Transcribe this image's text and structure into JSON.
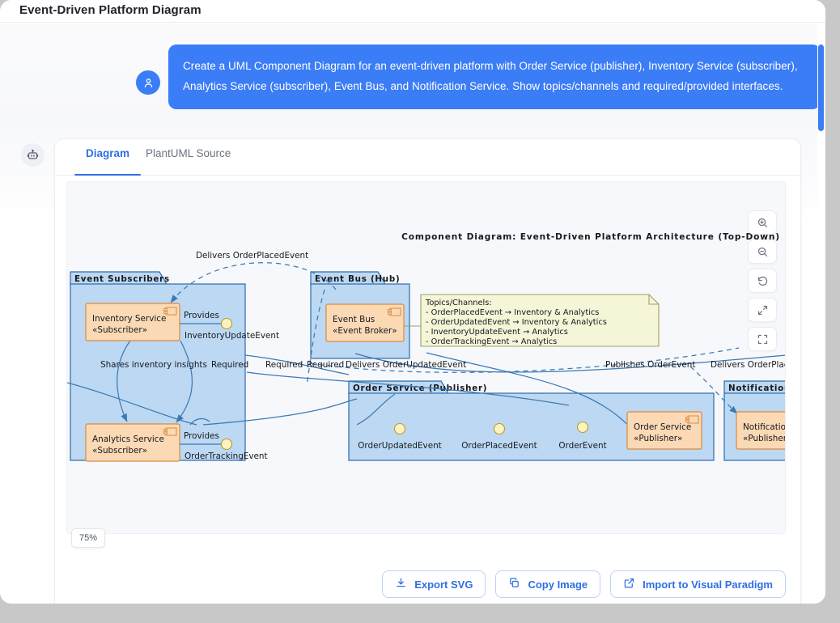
{
  "window": {
    "title": "Event-Driven Platform Diagram"
  },
  "conversation": {
    "user_avatar_icon": "user-icon",
    "assistant_avatar_icon": "robot-icon",
    "user_message": "Create a UML Component Diagram for an event-driven platform with Order Service (publisher), Inventory Service (subscriber), Analytics Service (subscriber), Event Bus, and Notification Service. Show topics/channels and required/provided interfaces."
  },
  "result_card": {
    "tabs": [
      {
        "id": "diagram",
        "label": "Diagram",
        "active": true
      },
      {
        "id": "source",
        "label": "PlantUML Source",
        "active": false
      }
    ],
    "zoom_level": "75%",
    "controls": [
      {
        "name": "zoom-in-icon",
        "label": "Zoom in"
      },
      {
        "name": "zoom-out-icon",
        "label": "Zoom out"
      },
      {
        "name": "reset-icon",
        "label": "Reset"
      },
      {
        "name": "fit-screen-icon",
        "label": "Fit to screen"
      },
      {
        "name": "fullscreen-icon",
        "label": "Fullscreen"
      }
    ],
    "actions": [
      {
        "name": "export-svg-button",
        "label": "Export SVG",
        "icon": "download-icon"
      },
      {
        "name": "copy-image-button",
        "label": "Copy Image",
        "icon": "copy-icon"
      },
      {
        "name": "import-vp-button",
        "label": "Import to Visual Paradigm",
        "icon": "external-link-icon"
      }
    ]
  },
  "diagram": {
    "title": "Component Diagram: Event-Driven Platform Architecture (Top-Down)",
    "packages": [
      {
        "id": "subscribers",
        "label": "Event Subscribers"
      },
      {
        "id": "eventbus",
        "label": "Event Bus (Hub)"
      },
      {
        "id": "orderservice",
        "label": "Order Service (Publisher)"
      },
      {
        "id": "notification",
        "label": "Notification S"
      }
    ],
    "components": [
      {
        "id": "inventory",
        "name": "Inventory Service",
        "stereotype": "«Subscriber»"
      },
      {
        "id": "analytics",
        "name": "Analytics Service",
        "stereotype": "«Subscriber»"
      },
      {
        "id": "eventbus",
        "name": "Event Bus",
        "stereotype": "«Event Broker»"
      },
      {
        "id": "order",
        "name": "Order Service",
        "stereotype": "«Publisher»"
      },
      {
        "id": "notification",
        "name": "Notification",
        "stereotype": "«Publisher»"
      }
    ],
    "interfaces": [
      {
        "id": "inventory-update",
        "label": "InventoryUpdateEvent",
        "kind": "Provides"
      },
      {
        "id": "order-tracking",
        "label": "OrderTrackingEvent",
        "kind": "Provides"
      },
      {
        "id": "order-updated",
        "label": "OrderUpdatedEvent",
        "kind": "ball"
      },
      {
        "id": "order-placed",
        "label": "OrderPlacedEvent",
        "kind": "ball"
      },
      {
        "id": "order-event",
        "label": "OrderEvent",
        "kind": "ball"
      }
    ],
    "provides_labels": [
      "Provides",
      "Provides"
    ],
    "required_labels": [
      "Required",
      "Required",
      "Required",
      "Required"
    ],
    "edge_labels": [
      "Delivers OrderPlacedEvent",
      "Shares inventory insights",
      "Delivers OrderUpdatedEvent",
      "Publishes OrderEvent",
      "Delivers OrderPlaced"
    ],
    "note": {
      "title": "Topics/Channels:",
      "lines": [
        "- OrderPlacedEvent → Inventory & Analytics",
        "- OrderUpdatedEvent → Inventory & Analytics",
        "- InventoryUpdateEvent → Analytics",
        "- OrderTrackingEvent → Analytics"
      ]
    },
    "colors": {
      "package_fill": "#bdd8f2",
      "package_stroke": "#2d6ca8",
      "component_fill": "#fbd9b5",
      "component_stroke": "#d98c3f",
      "note_fill": "#f5f5d7",
      "note_stroke": "#a0a060",
      "edge": "#3a7ab5",
      "ball_fill": "#fdf3c0"
    }
  }
}
